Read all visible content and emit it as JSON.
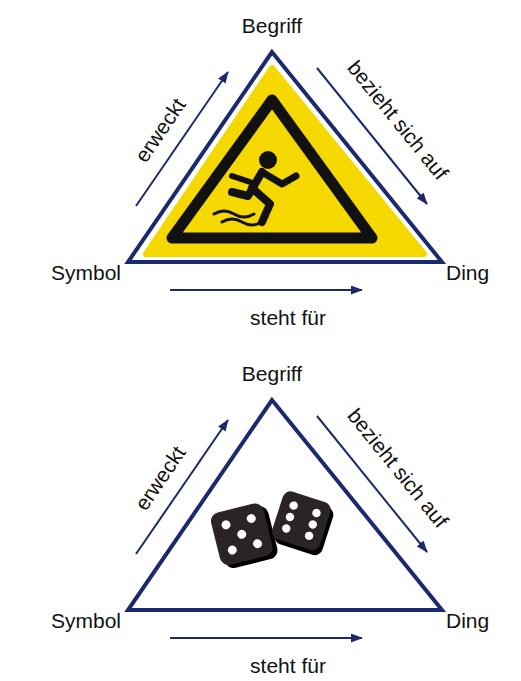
{
  "diagram": {
    "labels": [
      "Begriff",
      "erweckt",
      "bezieht sich auf",
      "Symbol",
      "Ding",
      "steht für",
      "Begriff",
      "erweckt",
      "bezieht sich auf",
      "Symbol",
      "Ding",
      "steht für"
    ]
  }
}
